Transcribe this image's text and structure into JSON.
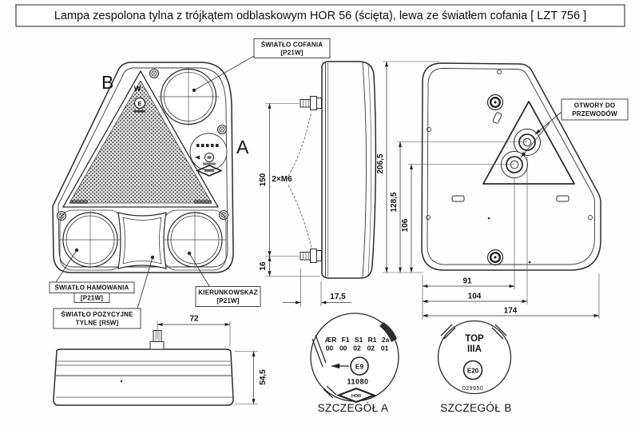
{
  "title": "Lampa zespolona tylna z trójkątem odblaskowym HOR 56 (ścięta), lewa ze światłem cofania [ LZT 756 ]",
  "front_view": {
    "label_b": "B",
    "label_a": "A",
    "triangle_w_mark": "W",
    "triangle_e_mark": "E",
    "callout_reversing": {
      "line1": "ŚWIATŁO COFANIA",
      "line2": "[P21W]"
    },
    "callout_brake": {
      "line1": "ŚWIATŁO HAMOWANIA",
      "line2": "[P21W]"
    },
    "callout_position": {
      "line1": "ŚWIATŁO POZYCYJNE",
      "line2": "TYLNE [R5W]"
    },
    "callout_indicator": {
      "line1": "KIERUNKOWSKAZ",
      "line2": "[P21W]"
    }
  },
  "side_view": {
    "dim_150": "150",
    "dim_16": "16",
    "dim_17_5": "17,5",
    "studs_label": "2×M6"
  },
  "back_view": {
    "callout_holes": {
      "line1": "OTWORY DO",
      "line2": "PRZEWODÓW"
    },
    "dim_height": "206,5",
    "dim_hole_upper": "128,5",
    "dim_hole_lower": "106",
    "dim_91": "91",
    "dim_104": "104",
    "dim_174": "174"
  },
  "bottom_view": {
    "dim_72": "72",
    "dim_54_5": "54,5"
  },
  "detail_a": {
    "codes_row1": "ÆR F1 S1 R1 2a",
    "codes_row2": "00 00 02 02 01",
    "e_mark": "E9",
    "number": "11080",
    "logo": "HOR",
    "caption": "SZCZEGÓŁ A"
  },
  "detail_b": {
    "line1": "TOP",
    "line2": "IIIA",
    "e_mark": "E20",
    "number": "029950",
    "caption": "SZCZEGÓŁ B"
  }
}
